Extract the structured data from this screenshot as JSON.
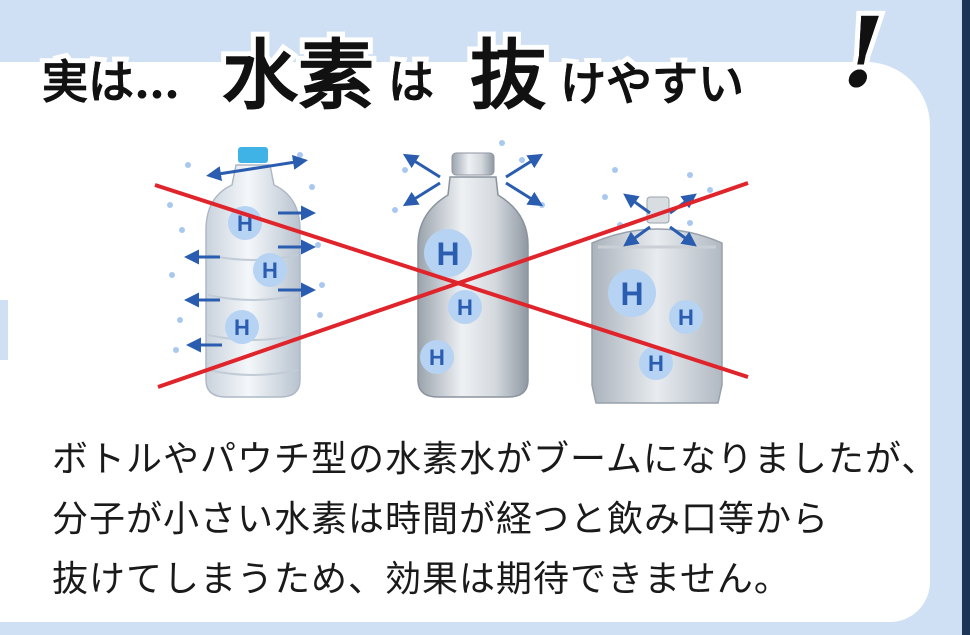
{
  "headline": {
    "part1": "実は…",
    "part2": "水素",
    "part3": "は",
    "part4": "抜",
    "part5": "けやすい",
    "part6": "!"
  },
  "illustration": {
    "hydrogen_symbol": "H",
    "containers": [
      "bottle-icon",
      "aluminum-bottle-icon",
      "pouch-icon"
    ],
    "cross_color": "#e0242c",
    "arrow_color": "#2a5db0",
    "bubble_color": "#a9c8f0"
  },
  "body": {
    "line1": "ボトルやパウチ型の水素水がブームになりましたが、",
    "line2": "分子が小さい水素は時間が経つと飲み口等から",
    "line3": "抜けてしまうため、効果は期待できません。"
  }
}
